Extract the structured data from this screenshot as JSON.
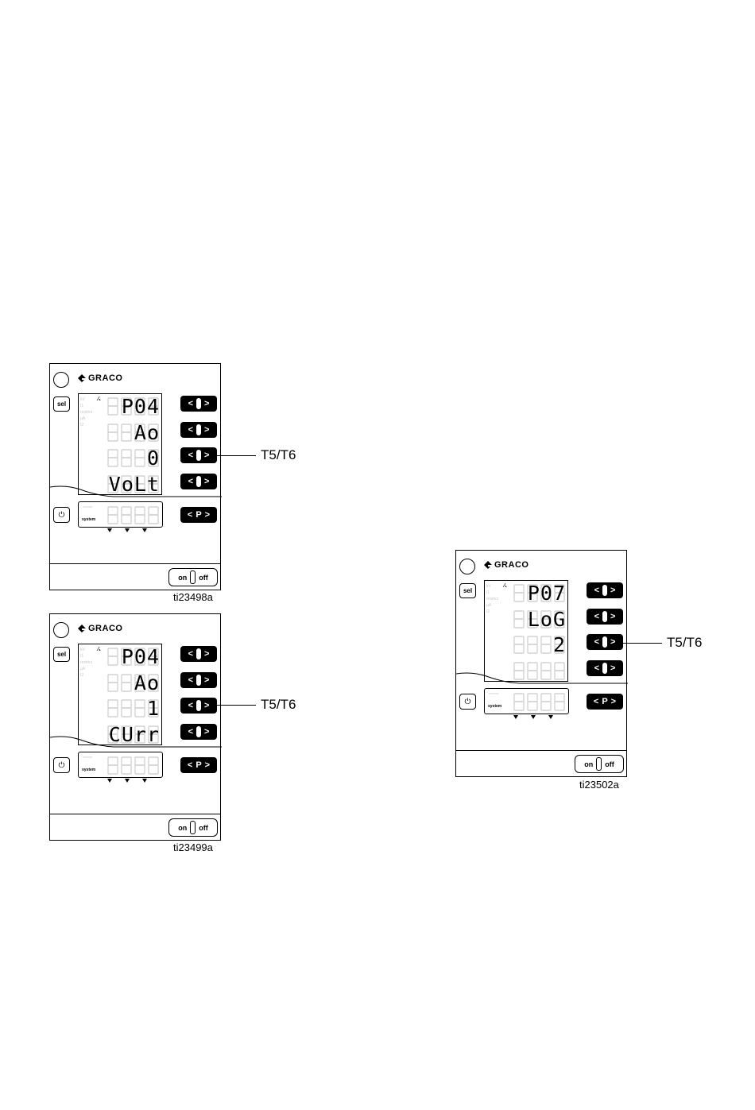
{
  "brand": "GRACO",
  "labels": {
    "sel": "sel",
    "system": "system",
    "on": "on",
    "off": "off",
    "p_key": "P"
  },
  "panels": [
    {
      "id": "panel-1",
      "figure_id": "ti23498a",
      "callout": "T5/T6",
      "rows": [
        {
          "value": "P04"
        },
        {
          "value": "Ao"
        },
        {
          "value": "0"
        },
        {
          "value": "VoLt"
        }
      ]
    },
    {
      "id": "panel-2",
      "figure_id": "ti23499a",
      "callout": "T5/T6",
      "rows": [
        {
          "value": "P04"
        },
        {
          "value": "Ao"
        },
        {
          "value": "1"
        },
        {
          "value": "CUrr"
        }
      ]
    },
    {
      "id": "panel-3",
      "figure_id": "ti23502a",
      "callout": "T5/T6",
      "rows": [
        {
          "value": "P07"
        },
        {
          "value": "LoG"
        },
        {
          "value": "2"
        },
        {
          "value": ""
        }
      ]
    }
  ]
}
